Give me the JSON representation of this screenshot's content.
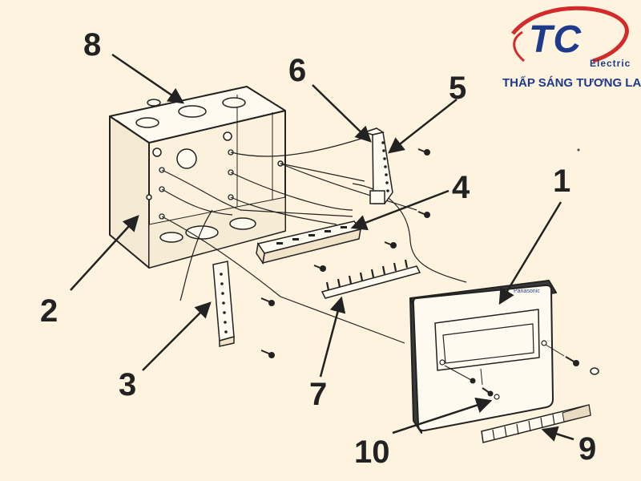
{
  "logo": {
    "mark": "TC",
    "sub": "Electric",
    "slogan": "THẤP SÁNG TƯƠNG LAI",
    "colors": {
      "blue": "#1e3a8a",
      "red": "#d42a2a"
    }
  },
  "brand_on_cover": "Panasonic",
  "callouts": [
    {
      "id": "1",
      "label": "1"
    },
    {
      "id": "2",
      "label": "2"
    },
    {
      "id": "3",
      "label": "3"
    },
    {
      "id": "4",
      "label": "4"
    },
    {
      "id": "5",
      "label": "5"
    },
    {
      "id": "6",
      "label": "6"
    },
    {
      "id": "7",
      "label": "7"
    },
    {
      "id": "8",
      "label": "8"
    },
    {
      "id": "9",
      "label": "9"
    },
    {
      "id": "10",
      "label": "10"
    }
  ],
  "colors": {
    "background": "#fdf3de",
    "line": "#222222"
  }
}
